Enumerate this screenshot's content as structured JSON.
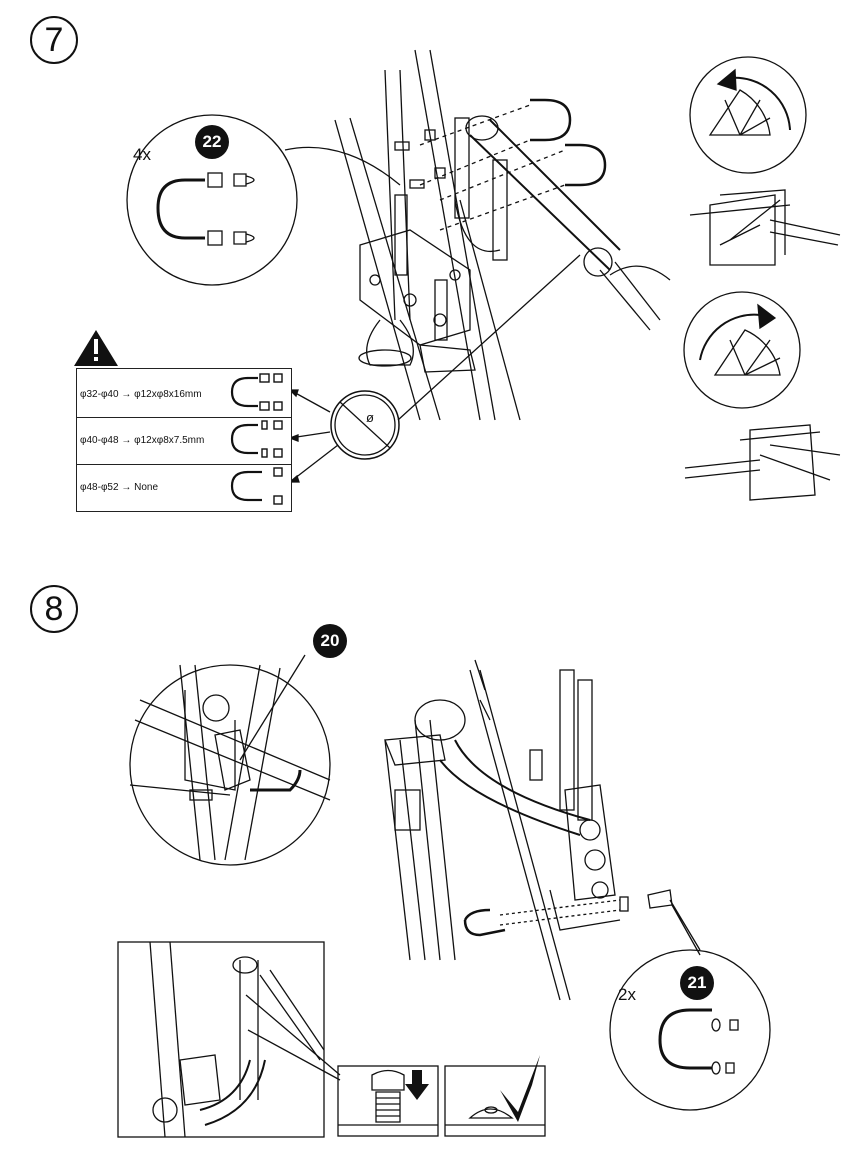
{
  "steps": {
    "step7": {
      "number": "7"
    },
    "step8": {
      "number": "8"
    }
  },
  "parts": {
    "part22": {
      "label": "22",
      "quantity": "4x"
    },
    "part20": {
      "label": "20"
    },
    "part21": {
      "label": "21",
      "quantity": "2x"
    }
  },
  "size_table": {
    "warning_icon": "warning-triangle-icon",
    "rows": [
      {
        "range": "φ32-φ40",
        "arrow": "→",
        "hardware": "φ12xφ8x16mm"
      },
      {
        "range": "φ40-φ48",
        "arrow": "→",
        "hardware": "φ12xφ8x7.5mm"
      },
      {
        "range": "φ48-φ52",
        "arrow": "→",
        "hardware": "None"
      }
    ],
    "diameter_symbol": "ø"
  },
  "colors": {
    "ink": "#111111",
    "paper": "#ffffff"
  }
}
